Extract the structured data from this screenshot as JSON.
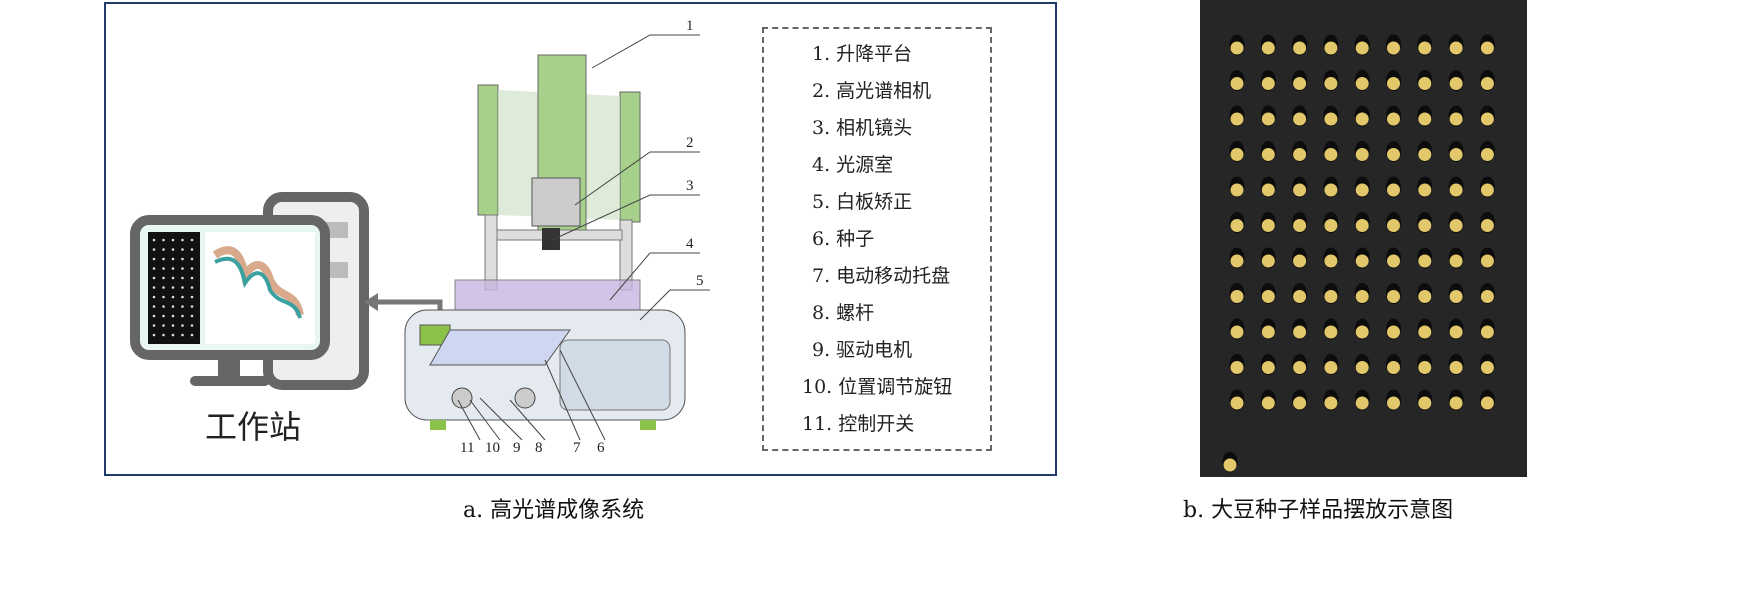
{
  "panel_a": {
    "caption": "a. 高光谱成像系统",
    "workstation_label": "工作站",
    "callout_numbers": [
      "1",
      "2",
      "3",
      "4",
      "5",
      "11",
      "10",
      "9",
      "8",
      "7",
      "6"
    ],
    "legend": [
      "1. 升降平台",
      "2. 高光谱相机",
      "3. 相机镜头",
      "4. 光源室",
      "5. 白板矫正",
      "6. 种子",
      "7. 电动移动托盘",
      "8. 螺杆",
      "9. 驱动电机",
      "10. 位置调节旋钮",
      "11. 控制开关"
    ]
  },
  "panel_b": {
    "caption": "b. 大豆种子样品摆放示意图",
    "grid_columns": 9,
    "grid_rows": 11,
    "extra_seeds": 1,
    "seed_color": "#e2c86a",
    "tray_color": "#262626"
  }
}
